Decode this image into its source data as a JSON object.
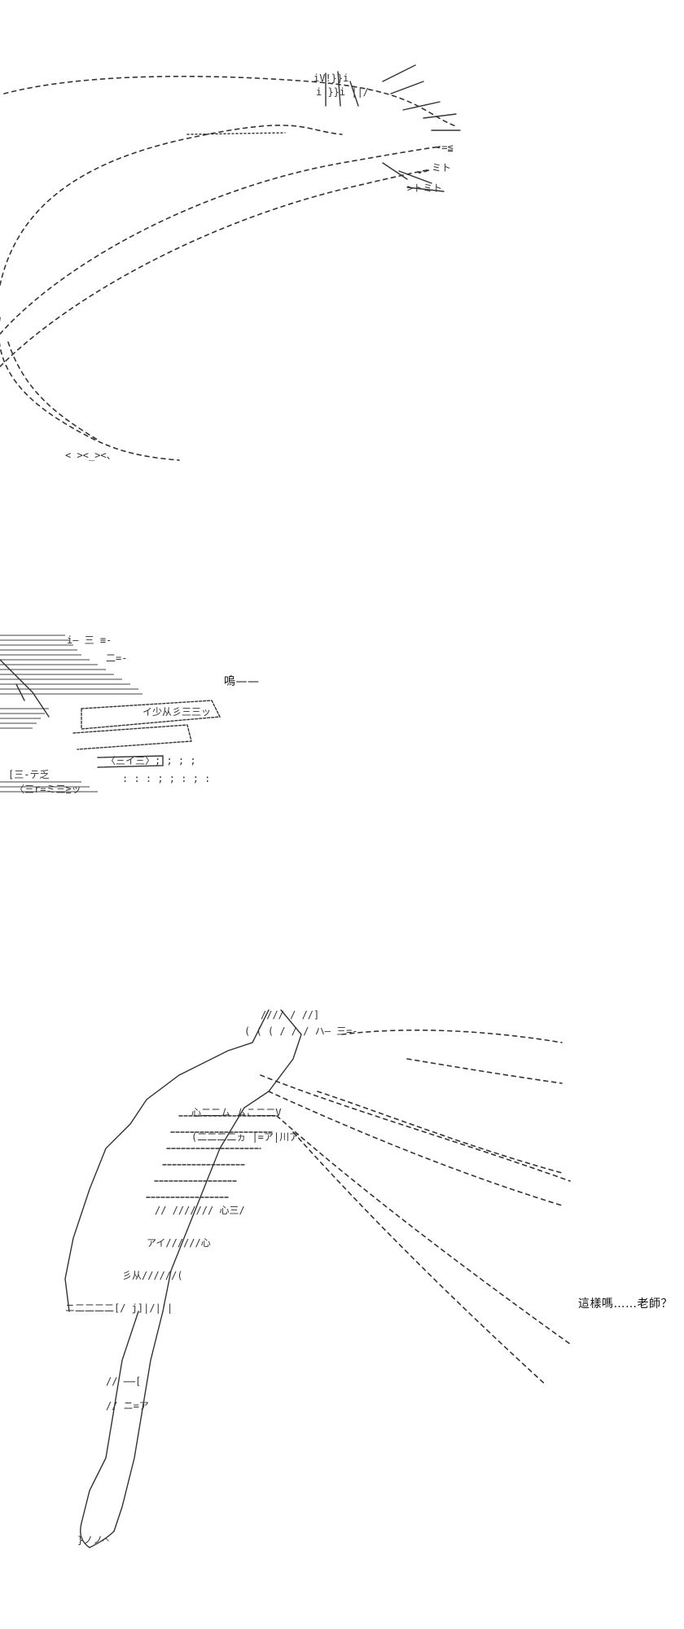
{
  "panels": [
    {
      "id": "panel-1",
      "speech": ""
    },
    {
      "id": "panel-2",
      "speech": "嗚——"
    },
    {
      "id": "panel-3",
      "speech": "這樣嗎……老師？"
    }
  ]
}
